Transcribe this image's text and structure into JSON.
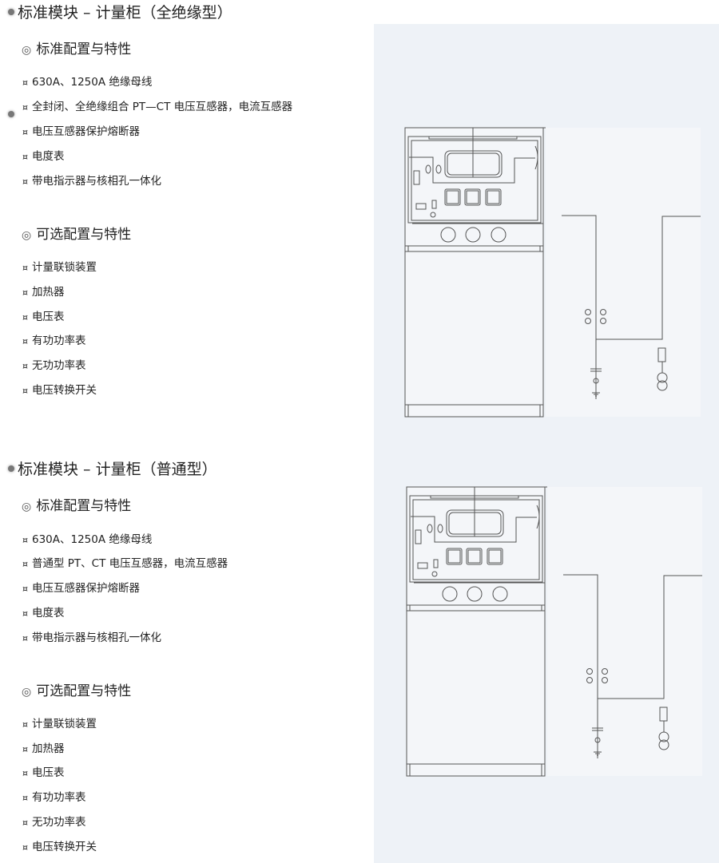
{
  "sections": [
    {
      "title": "标准模块 – 计量柜（全绝缘型）",
      "groups": [
        {
          "heading": "标准配置与特性",
          "items": [
            "630A、1250A 绝缘母线",
            "全封闭、全绝缘组合 PT—CT 电压互感器，电流互感器",
            "电压互感器保护熔断器",
            "电度表",
            "带电指示器与核相孔一体化"
          ]
        },
        {
          "heading": "可选配置与特性",
          "items": [
            "计量联锁装置",
            "加热器",
            "电压表",
            "有功功率表",
            "无功功率表",
            "电压转换开关"
          ]
        }
      ]
    },
    {
      "title": "标准模块 – 计量柜（普通型）",
      "groups": [
        {
          "heading": "标准配置与特性",
          "items": [
            "630A、1250A 绝缘母线",
            "普通型 PT、CT 电压互感器，电流互感器",
            "电压互感器保护熔断器",
            "电度表",
            "带电指示器与核相孔一体化"
          ]
        },
        {
          "heading": "可选配置与特性",
          "items": [
            "计量联锁装置",
            "加热器",
            "电压表",
            "有功功率表",
            "无功功率表",
            "电压转换开关"
          ]
        }
      ]
    }
  ],
  "icons": {
    "section_bullet": "filled-dot-icon",
    "group_bullet": "double-circle-icon",
    "item_bullet": "currency-sign-icon"
  },
  "glyphs": {
    "ring": "◎",
    "bullet": "¤"
  },
  "colors": {
    "panel_bg": "#eef2f7",
    "drawing_bg": "#f4f6f9",
    "line": "#555555"
  }
}
